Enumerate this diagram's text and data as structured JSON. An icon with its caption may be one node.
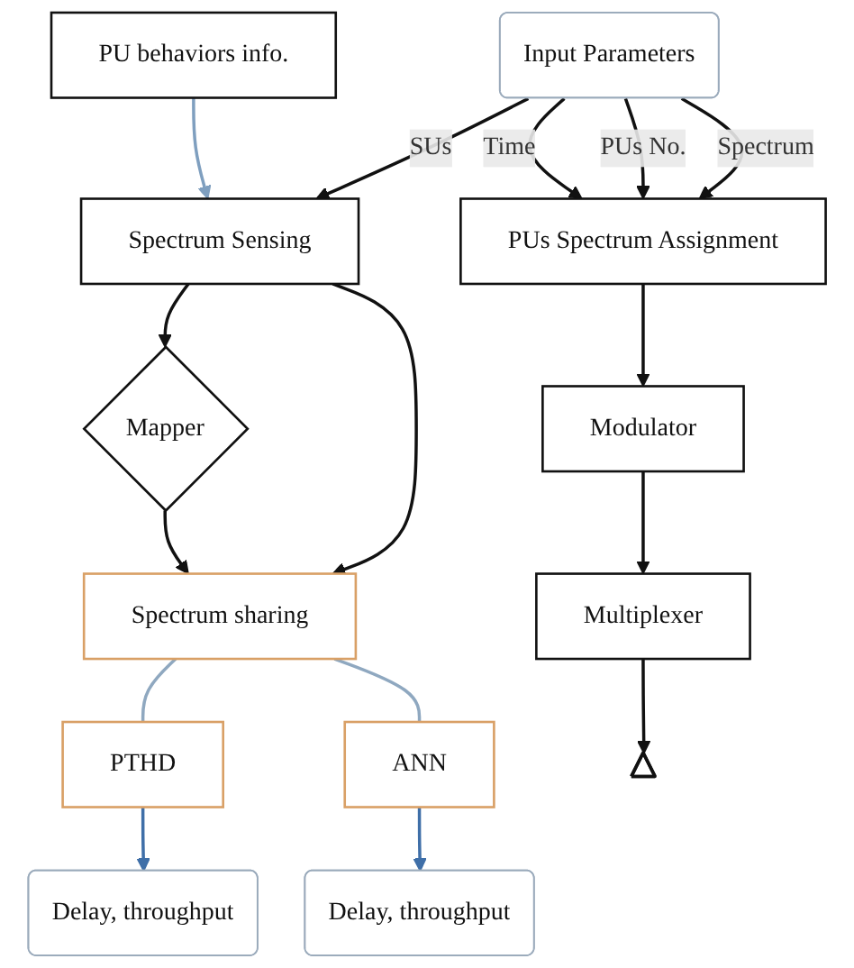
{
  "diagram": {
    "nodes": [
      {
        "text": [
          "Input Parameters"
        ]
      },
      {
        "text": [
          "PUs Spectrum Assignment"
        ]
      },
      {
        "text": [
          "Modulator"
        ]
      },
      {
        "text": [
          "Multiplexer"
        ]
      },
      {
        "text": [
          "PU behaviors info."
        ]
      },
      {
        "text": [
          "Spectrum Sensing"
        ]
      },
      {
        "text": [
          "Spectrum sharing"
        ]
      },
      {
        "text": [
          "PTHD"
        ]
      },
      {
        "text": [
          "ANN"
        ]
      },
      {
        "text": [
          "Delay, throughput"
        ]
      },
      {
        "text": [
          "Delay, throughput"
        ]
      },
      {
        "text": [
          "Mapper"
        ]
      },
      {
        "text": [],
        "shape": "antenna"
      }
    ],
    "edges": [
      {
        "from": 0,
        "to": 1,
        "arrow": "to",
        "label": "Spectrum"
      },
      {
        "from": 0,
        "to": 1,
        "arrow": "to",
        "label": "PUs No."
      },
      {
        "from": 0,
        "to": 1,
        "arrow": "to",
        "label": "Time"
      },
      {
        "from": 0,
        "to": 5,
        "arrow": "to",
        "label": "SUs"
      },
      {
        "from": 1,
        "to": 2,
        "arrow": "to"
      },
      {
        "from": 2,
        "to": 3,
        "arrow": "to"
      },
      {
        "from": 3,
        "to": 12,
        "arrow": "to"
      },
      {
        "from": 4,
        "to": 5,
        "arrow": "to",
        "color": "#7f9fbf"
      },
      {
        "from": 5,
        "to": 6,
        "arrow": "to"
      },
      {
        "from": 5,
        "to": 11,
        "arrow": "to"
      },
      {
        "from": 11,
        "to": 6,
        "arrow": "to"
      },
      {
        "from": 6,
        "to": 7,
        "arrow": "none",
        "color": "#8fa8c0"
      },
      {
        "from": 6,
        "to": 8,
        "arrow": "none",
        "color": "#8fa8c0"
      },
      {
        "from": 7,
        "to": 9,
        "arrow": "to",
        "color": "#3f6fa8"
      },
      {
        "from": 8,
        "to": 10,
        "arrow": "to",
        "color": "#3f6fa8"
      }
    ]
  }
}
